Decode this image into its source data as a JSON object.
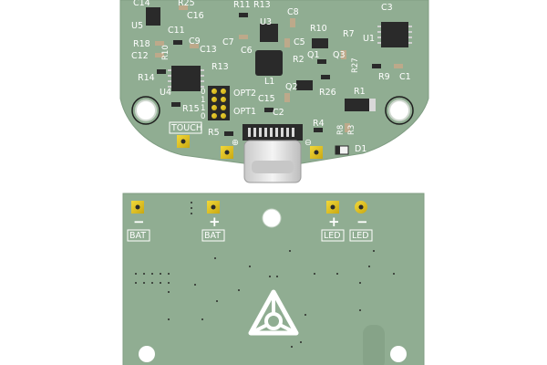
{
  "colors": {
    "pcb_green": "#90ad92",
    "pcb_green_dark": "#7f9d82",
    "silkscreen": "#ffffff",
    "gold_pad": "#e6c619",
    "ic_black": "#2a2a2a",
    "background": "#ffffff"
  },
  "top_board": {
    "components": [
      {
        "ref": "C14"
      },
      {
        "ref": "R25"
      },
      {
        "ref": "U5"
      },
      {
        "ref": "C16"
      },
      {
        "ref": "R11"
      },
      {
        "ref": "R13"
      },
      {
        "ref": "C8"
      },
      {
        "ref": "C3"
      },
      {
        "ref": "U3"
      },
      {
        "ref": "R10"
      },
      {
        "ref": "U1"
      },
      {
        "ref": "C11"
      },
      {
        "ref": "C7"
      },
      {
        "ref": "C5"
      },
      {
        "ref": "R7"
      },
      {
        "ref": "R18"
      },
      {
        "ref": "R10"
      },
      {
        "ref": "C9"
      },
      {
        "ref": "C13"
      },
      {
        "ref": "C6"
      },
      {
        "ref": "Q1"
      },
      {
        "ref": "C12"
      },
      {
        "ref": "R2"
      },
      {
        "ref": "Q3"
      },
      {
        "ref": "R27"
      },
      {
        "ref": "R13"
      },
      {
        "ref": "R9"
      },
      {
        "ref": "C1"
      },
      {
        "ref": "R14"
      },
      {
        "ref": "L1"
      },
      {
        "ref": "U4"
      },
      {
        "ref": "Q2"
      },
      {
        "ref": "R26"
      },
      {
        "ref": "R1"
      },
      {
        "ref": "OPT2"
      },
      {
        "ref": "C15"
      },
      {
        "ref": "R15"
      },
      {
        "ref": "OPT1"
      },
      {
        "ref": "C2"
      },
      {
        "ref": "R4"
      },
      {
        "ref": "R8"
      },
      {
        "ref": "R3"
      },
      {
        "ref": "TOUCH"
      },
      {
        "ref": "R5"
      },
      {
        "ref": "D1"
      }
    ],
    "opt_digits": [
      "0",
      "1",
      "1",
      "0"
    ],
    "plus_symbol": "⊕",
    "minus_symbol": "⊖"
  },
  "bottom_board": {
    "pads": [
      {
        "symbol": "−",
        "label": "BAT"
      },
      {
        "symbol": "+",
        "label": "BAT"
      },
      {
        "symbol": "+",
        "label": "LED"
      },
      {
        "symbol": "−",
        "label": "LED"
      }
    ]
  }
}
